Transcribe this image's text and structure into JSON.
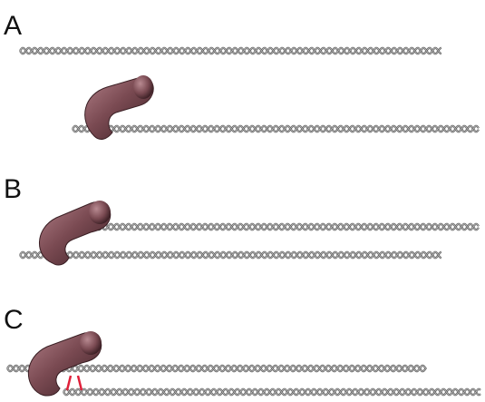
{
  "panels": [
    {
      "label": "A",
      "crosslink": false
    },
    {
      "label": "B",
      "crosslink": false
    },
    {
      "label": "C",
      "crosslink": true
    }
  ],
  "colors": {
    "strand": "#5a5a5a",
    "strand_highlight": "#c8c8c8",
    "motor_body": "#7a4a52",
    "motor_shadow": "#3a1f24",
    "motor_highlight": "#b07e86",
    "crosslink": "#e0203a",
    "label": "#111111"
  },
  "icons": {
    "filament": "helical-filament-icon",
    "motor": "curved-motor-icon",
    "crosslink": "crosslink-marker-icon"
  }
}
